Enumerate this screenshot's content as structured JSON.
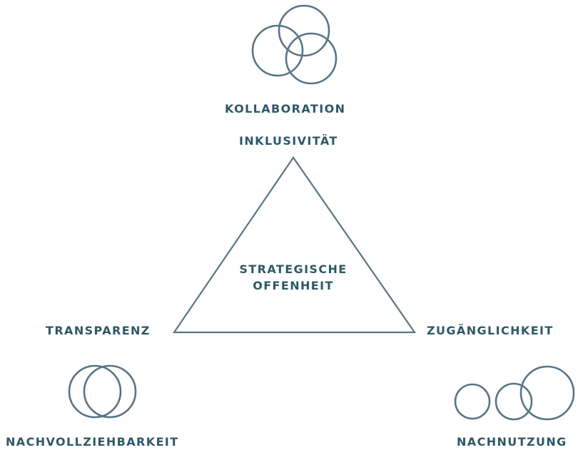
{
  "labels": {
    "top_icon_label": "KOLLABORATION",
    "apex": "INKLUSIVITÄT",
    "left_corner": "TRANSPARENZ",
    "right_corner": "ZUGÄNGLICHKEIT",
    "bottom_left_icon_label": "NACHVOLLZIEHBARKEIT",
    "bottom_right_icon_label": "NACHNUTZUNG",
    "center_line1": "STRATEGISCHE",
    "center_line2": "OFFENHEIT"
  },
  "icons": {
    "top": "three-overlapping-circles-icon",
    "bottom_left": "two-overlapping-circles-icon",
    "bottom_right": "three-linked-circles-icon"
  },
  "colors": {
    "text": "#2f5866",
    "stroke": "#577585",
    "background": "#ffffff"
  }
}
